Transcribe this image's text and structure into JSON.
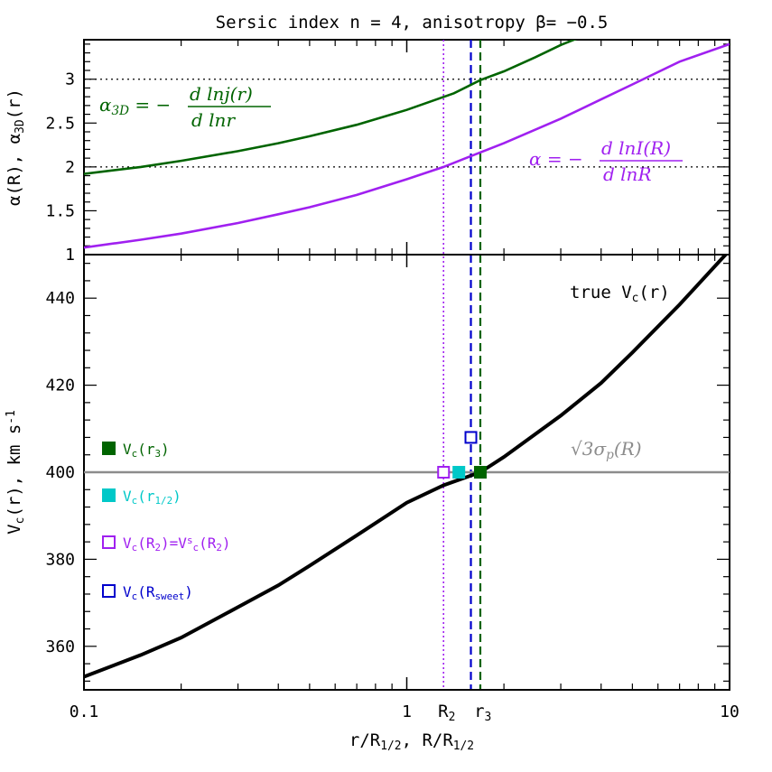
{
  "figure": {
    "title": "Sersic index n = 4, anisotropy β= −0.5",
    "colors": {
      "alpha3d": "#006400",
      "alpha": "#a020f0",
      "vtrue": "#000000",
      "sigma": "#8c8c8c",
      "r3": "#006400",
      "rhalf": "#00c8c8",
      "r2": "#a020f0",
      "rsweet": "#0000cc"
    }
  },
  "chart_data": [
    {
      "type": "line",
      "panel": "top",
      "ylabel": "α(R), α3D(r)",
      "xscale": "log",
      "xlim": [
        0.1,
        10
      ],
      "ylim": [
        1,
        3.45
      ],
      "yticks": [
        1,
        1.5,
        2,
        2.5,
        3
      ],
      "yticklabels": [
        "1",
        "1.5",
        "2",
        "2.5",
        "3"
      ],
      "reference_lines": [
        2,
        3
      ],
      "series": [
        {
          "key": "alpha3d",
          "label_main": "α",
          "label_sub": "3D",
          "label_eq": "= −",
          "label_num": "d lnj(r)",
          "label_den": "d lnr",
          "x": [
            0.1,
            0.15,
            0.2,
            0.3,
            0.4,
            0.5,
            0.7,
            1.0,
            1.4,
            1.69,
            2.0,
            2.5,
            3.0,
            3.4
          ],
          "y": [
            1.92,
            2.0,
            2.07,
            2.18,
            2.27,
            2.35,
            2.48,
            2.65,
            2.84,
            2.99,
            3.09,
            3.25,
            3.39,
            3.47
          ]
        },
        {
          "key": "alpha",
          "label_main": "α",
          "label_sub": "",
          "label_eq": "= −",
          "label_num": "d lnI(R)",
          "label_den": "d lnR",
          "x": [
            0.1,
            0.15,
            0.2,
            0.3,
            0.4,
            0.5,
            0.7,
            1.0,
            1.3,
            1.5,
            2.0,
            3.0,
            4.0,
            5.0,
            7.0,
            10.0
          ],
          "y": [
            1.08,
            1.17,
            1.24,
            1.36,
            1.46,
            1.54,
            1.68,
            1.86,
            2.0,
            2.09,
            2.27,
            2.55,
            2.77,
            2.94,
            3.2,
            3.4
          ]
        }
      ],
      "vlines": [
        {
          "key": "r2",
          "x": 1.3,
          "style": "dotted"
        },
        {
          "key": "rsweet",
          "x": 1.58,
          "style": "dashed"
        },
        {
          "key": "r3",
          "x": 1.69,
          "style": "dashed"
        }
      ]
    },
    {
      "type": "line",
      "panel": "bottom",
      "xlabel_main": "r/R",
      "xlabel_sub1": "1/2",
      "xlabel_mid": ", R/R",
      "xlabel_sub2": "1/2",
      "ylabel_main": "V",
      "ylabel_sub": "c",
      "ylabel_rest": "(r),  km s",
      "ylabel_sup": "-1",
      "xscale": "log",
      "xlim": [
        0.1,
        10
      ],
      "ylim": [
        350,
        450
      ],
      "xticks": [
        0.1,
        1,
        10
      ],
      "xticklabels": [
        "0.1",
        "1",
        "10"
      ],
      "yticks": [
        360,
        380,
        400,
        420,
        440
      ],
      "yticklabels": [
        "360",
        "380",
        "400",
        "420",
        "440"
      ],
      "series": [
        {
          "key": "vtrue",
          "label_main": "true V",
          "label_sub": "c",
          "label_rest": "(r)",
          "x": [
            0.1,
            0.15,
            0.2,
            0.3,
            0.4,
            0.5,
            0.7,
            1.0,
            1.3,
            1.69,
            2.0,
            3.0,
            4.0,
            5.0,
            7.0,
            10.0
          ],
          "y": [
            353,
            358,
            362,
            369,
            374,
            378.5,
            385.5,
            393,
            397,
            400,
            403.5,
            413,
            420.5,
            427.5,
            438.5,
            451
          ]
        }
      ],
      "hline": {
        "key": "sigma",
        "y": 400,
        "label_pre": "√3σ",
        "label_sub": "p",
        "label_rest": "(R)"
      },
      "points": [
        {
          "key": "r2",
          "x": 1.3,
          "y": 400,
          "filled": false
        },
        {
          "key": "rhalf",
          "x": 1.45,
          "y": 400,
          "filled": true
        },
        {
          "key": "rsweet",
          "x": 1.58,
          "y": 408,
          "filled": false
        },
        {
          "key": "r3",
          "x": 1.69,
          "y": 400,
          "filled": true
        }
      ],
      "vline_labels": [
        {
          "key": "r2",
          "main": "R",
          "sub": "2",
          "x": 1.33
        },
        {
          "key": "r3",
          "main": "r",
          "sub": "3",
          "x": 1.72
        }
      ],
      "legend": [
        {
          "key": "r3",
          "filled": true,
          "main": "V",
          "sub": "c",
          "rest": "(r",
          "sub2": "3",
          "tail": ")"
        },
        {
          "key": "rhalf",
          "filled": true,
          "main": "V",
          "sub": "c",
          "rest": "(r",
          "sub2": "1/2",
          "tail": ")"
        },
        {
          "key": "r2",
          "filled": false,
          "main": "V",
          "sub": "c",
          "rest": "(R",
          "sub2": "2",
          "tail": ")=V",
          "sup3": "s",
          "sub3": "c",
          "tail2": "(R",
          "sub4": "2",
          "tail3": ")"
        },
        {
          "key": "rsweet",
          "filled": false,
          "main": "V",
          "sub": "c",
          "rest": "(R",
          "sub2": "sweet",
          "tail": ")"
        }
      ]
    }
  ]
}
